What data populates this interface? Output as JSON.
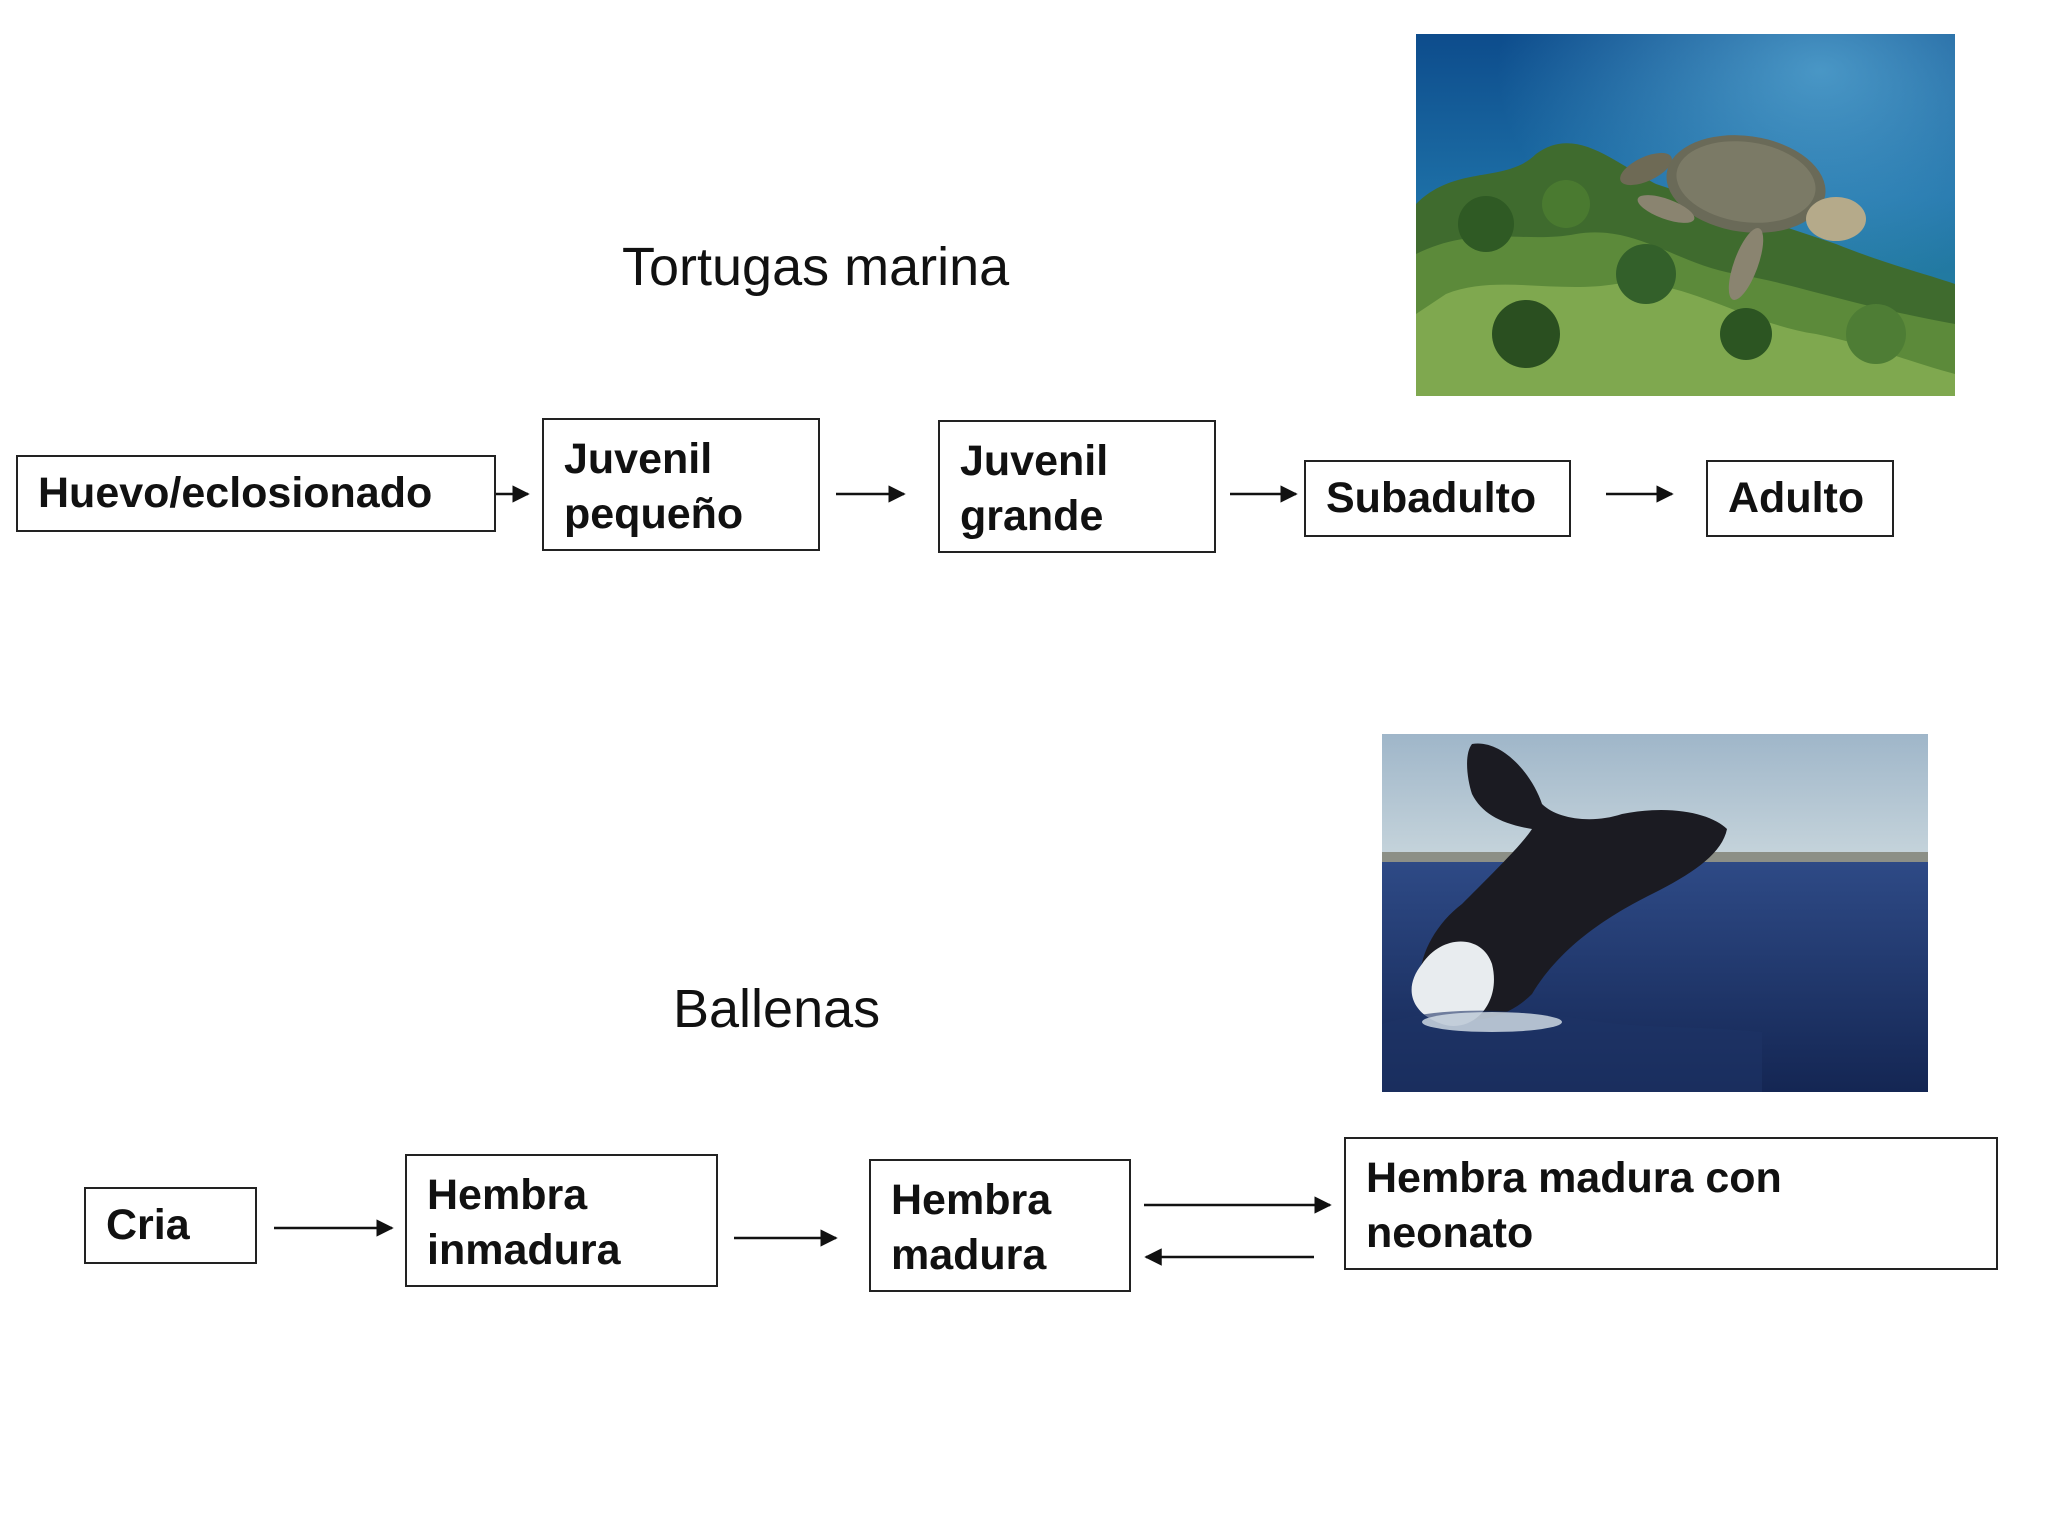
{
  "turtles": {
    "title": "Tortugas marina",
    "stages": [
      {
        "line1": "Huevo/eclosionado"
      },
      {
        "line1": "Juvenil",
        "line2": "pequeño"
      },
      {
        "line1": "Juvenil",
        "line2": "grande"
      },
      {
        "line1": "Subadulto"
      },
      {
        "line1": "Adulto"
      }
    ]
  },
  "whales": {
    "title": "Ballenas",
    "stages": [
      {
        "line1": "Cria"
      },
      {
        "line1": "Hembra",
        "line2": "inmadura"
      },
      {
        "line1": "Hembra",
        "line2": "madura"
      },
      {
        "line1": "Hembra madura con",
        "line2": "neonato"
      }
    ]
  }
}
